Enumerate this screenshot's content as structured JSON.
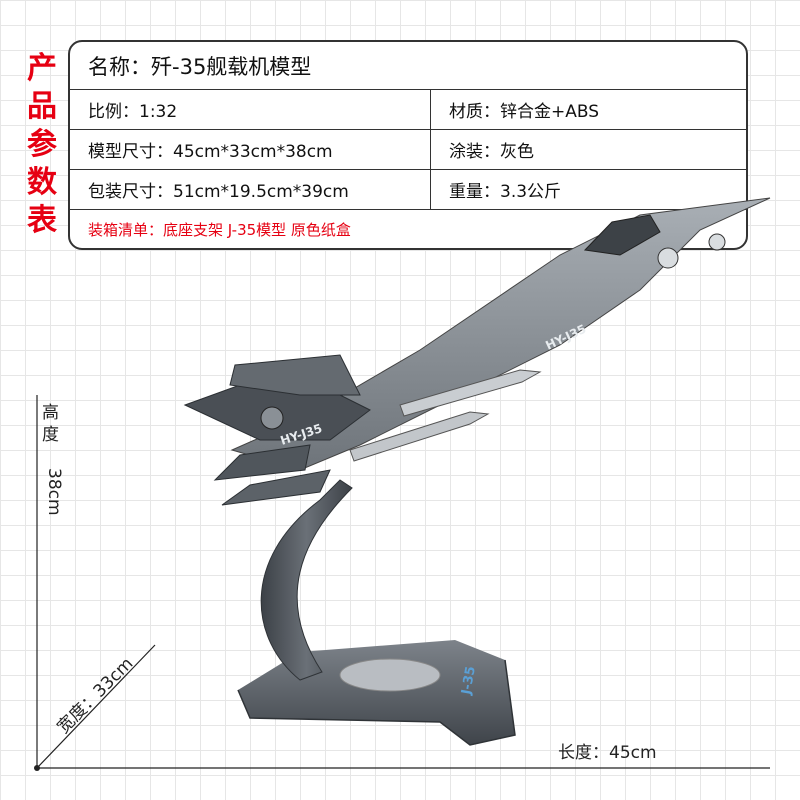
{
  "side_title": [
    "产",
    "品",
    "参",
    "数",
    "表"
  ],
  "specs": {
    "name": "名称：歼-35舰载机模型",
    "scale": "比例：1:32",
    "material": "材质：锌合金+ABS",
    "model_size": "模型尺寸：45cm*33cm*38cm",
    "paint": "涂装：灰色",
    "package_size": "包装尺寸：51cm*19.5cm*39cm",
    "weight": "重量：3.3公斤",
    "packing_list": "装箱清单：底座支架 J-35模型 原色纸盒"
  },
  "dimensions": {
    "height_label": "高度",
    "height_value": "38cm",
    "width_label": "宽度：33cm",
    "length_label": "长度：45cm"
  },
  "model_markings": {
    "fuselage_text": "HY-J35",
    "tail_text": "HY-J35",
    "base_text": "J-35"
  },
  "colors": {
    "accent_red": "#e60012",
    "airframe_gray": "#8a9096",
    "stand_gray": "#4a4f55"
  }
}
